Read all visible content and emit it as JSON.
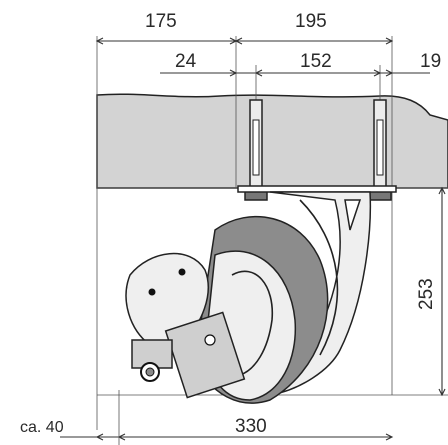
{
  "dimensions": {
    "top_left_width": "175",
    "top_right_width": "195",
    "bolt_offset": "24",
    "bolt_spacing": "152",
    "right_edge_cut": "19",
    "height": "253",
    "bottom_width": "330",
    "bottom_left_offset": "ca. 40"
  },
  "colors": {
    "slab": "#d3d3d3",
    "body_light": "#efefef",
    "body_mid": "#cfcfcf",
    "body_dark": "#8c8c8c",
    "line": "#222222"
  }
}
